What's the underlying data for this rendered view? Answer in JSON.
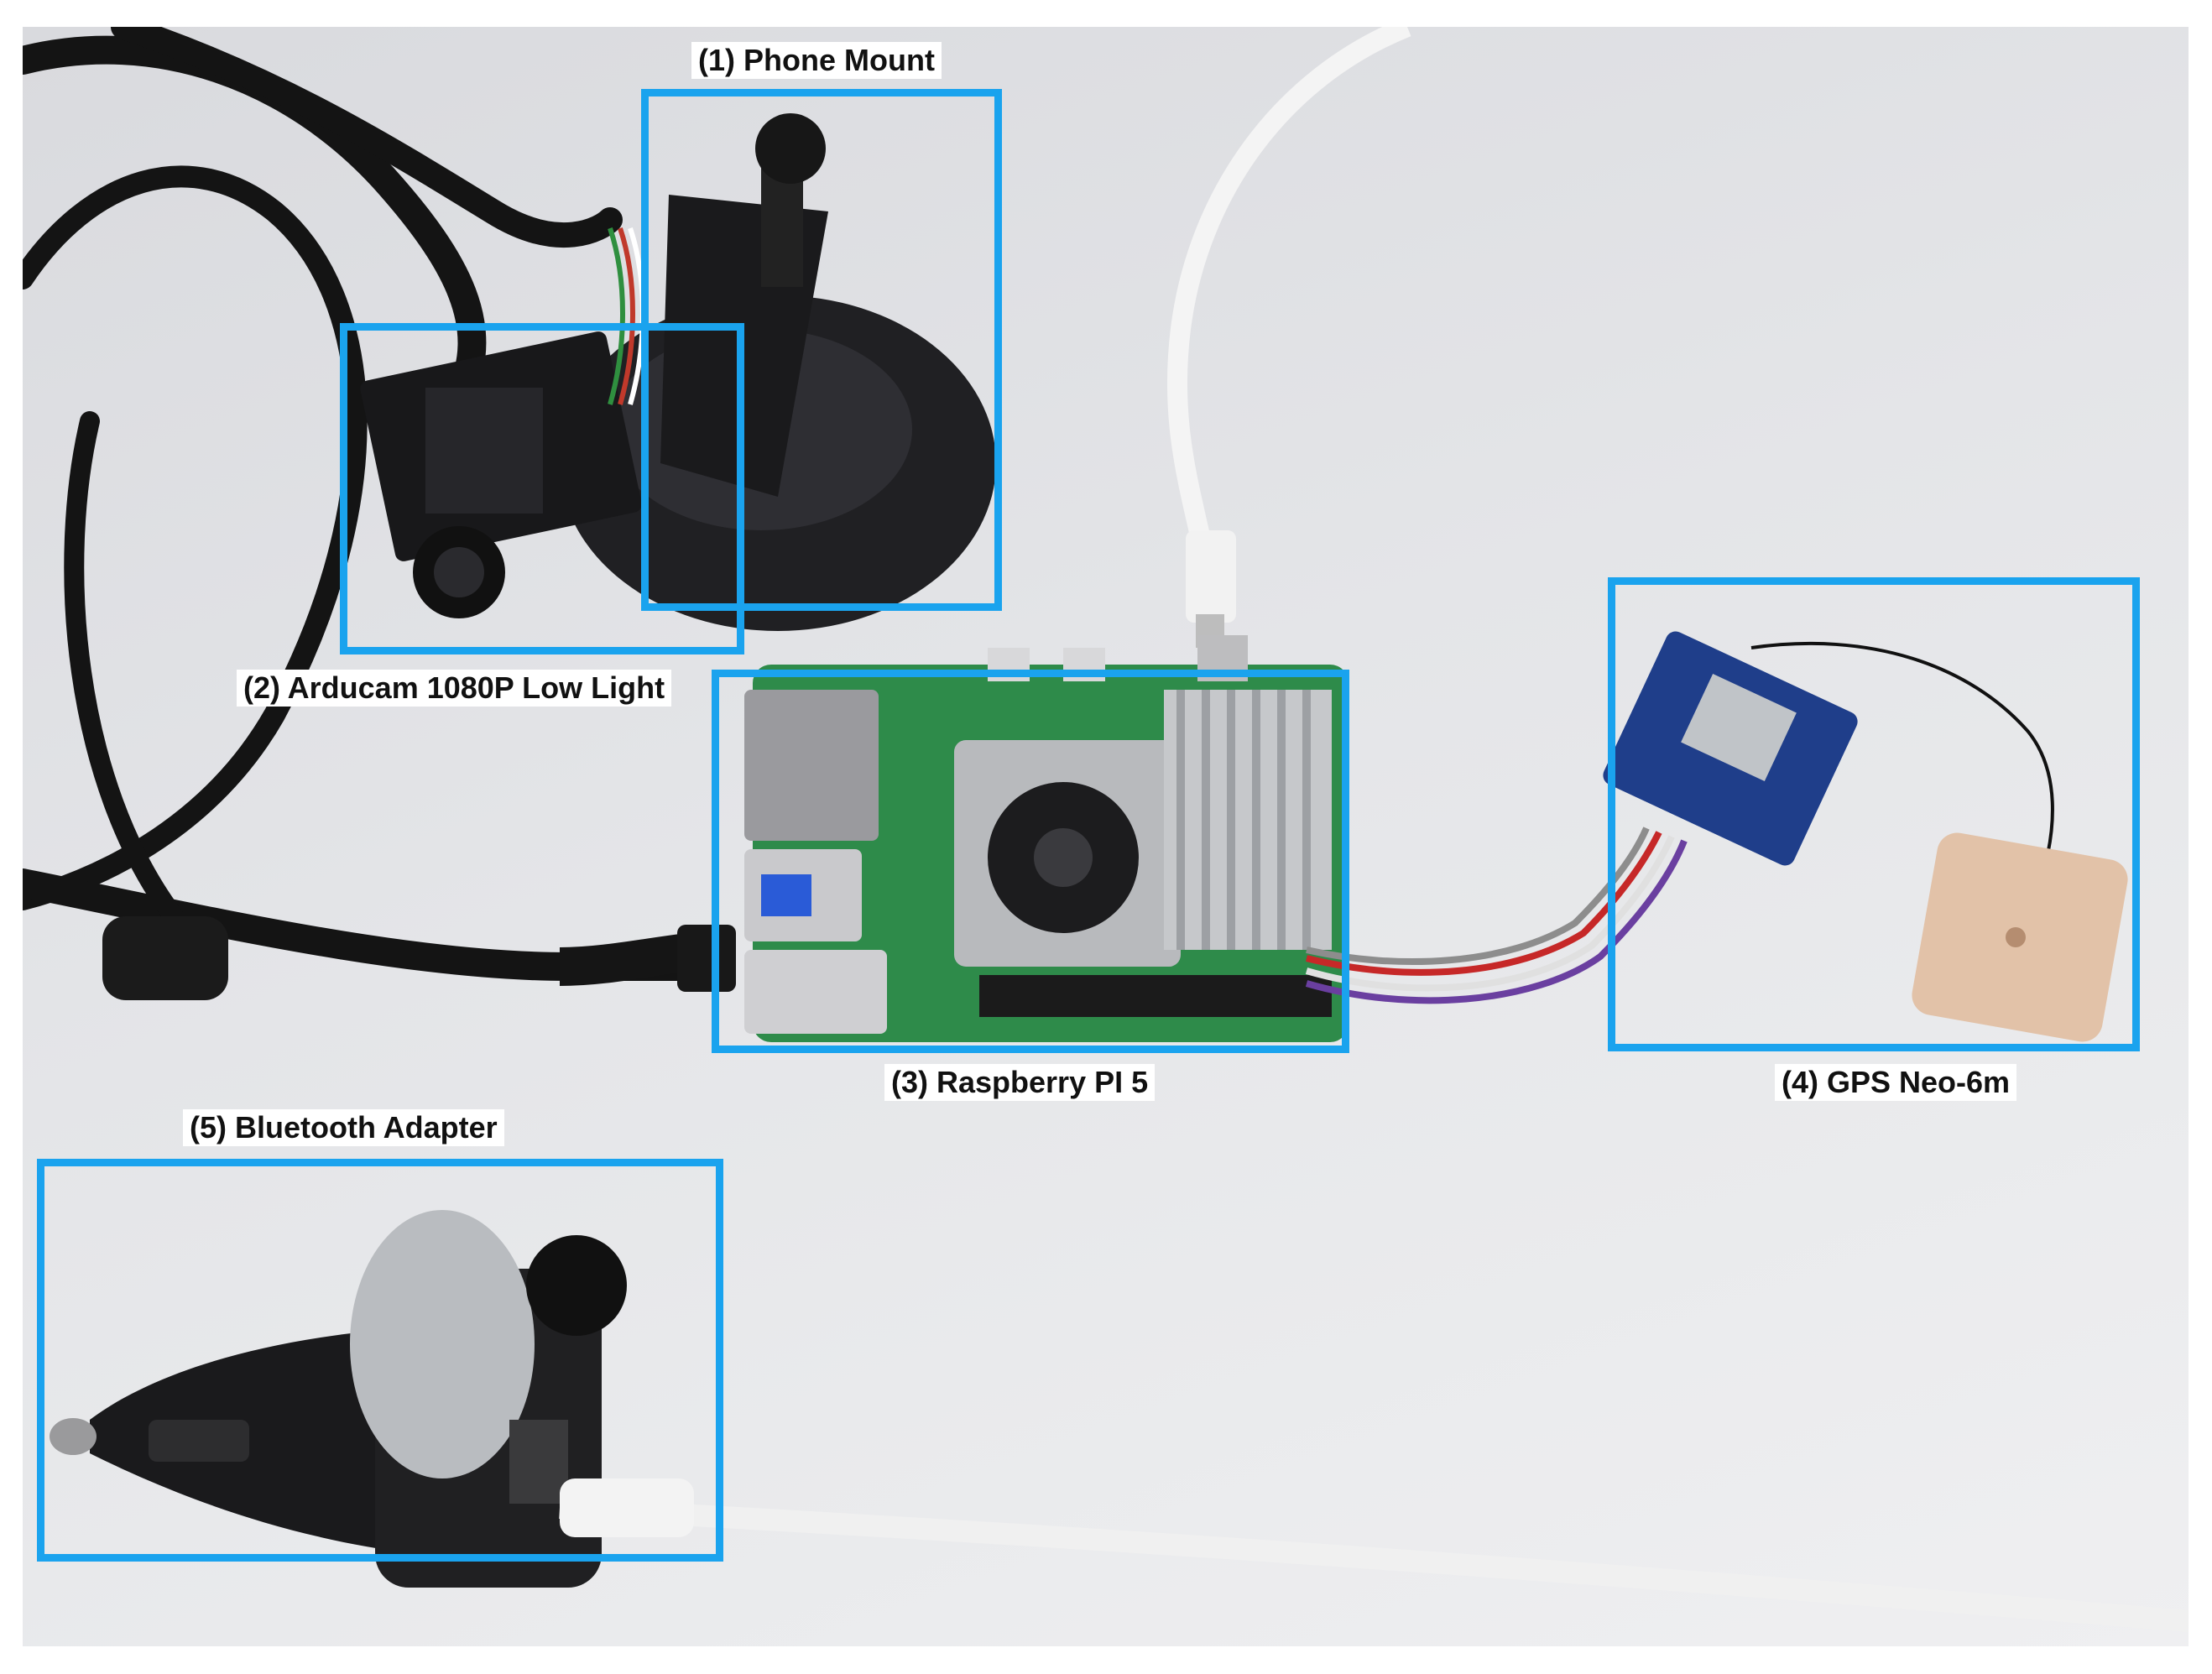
{
  "labels": {
    "phone_mount": "(1) Phone Mount",
    "arducam": "(2) Arducam 1080P Low Light",
    "raspberry_pi": "(3) Raspberry PI 5",
    "gps": "(4) GPS Neo-6m",
    "bluetooth": "(5) Bluetooth Adapter"
  },
  "colors": {
    "box_outline": "#1aa3ee",
    "label_bg": "#ffffff",
    "label_text": "#111111"
  }
}
